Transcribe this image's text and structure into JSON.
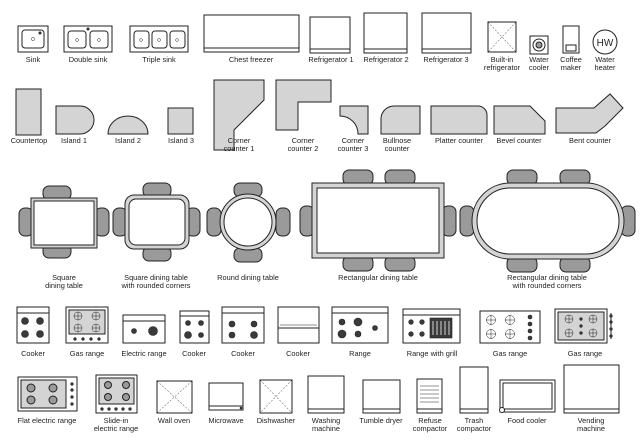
{
  "labels": {
    "sink": "Sink",
    "double_sink": "Double sink",
    "triple_sink": "Triple sink",
    "chest_freezer": "Chest freezer",
    "refrigerator_1": "Refrigerator 1",
    "refrigerator_2": "Refrigerator 2",
    "refrigerator_3": "Refrigerator 3",
    "built_in_refrigerator": "Built-in\nrefrigerator",
    "water_cooler": "Water\ncooler",
    "coffee_maker": "Coffee\nmaker",
    "water_heater": "Water\nheater",
    "countertop": "Countertop",
    "island_1": "Island 1",
    "island_2": "Island 2",
    "island_3": "Island 3",
    "corner_counter_1": "Corner\ncounter 1",
    "corner_counter_2": "Corner\ncounter 2",
    "corner_counter_3": "Corner\ncounter 3",
    "bullnose_counter": "Bullnose\ncounter",
    "platter_counter": "Platter counter",
    "bevel_counter": "Bevel counter",
    "bent_counter": "Bent counter",
    "square_dining_table": "Square\ndining table",
    "square_dining_table_rounded": "Square dining table\nwith rounded corners",
    "round_dining_table": "Round dining table",
    "rectangular_dining_table": "Rectangular dining table",
    "rectangular_dining_table_rounded": "Rectangular dining table with rounded corners",
    "cooker_1": "Cooker",
    "gas_range_1": "Gas range",
    "electric_range": "Electric range",
    "cooker_2": "Cooker",
    "cooker_3": "Cooker",
    "cooker_4": "Cooker",
    "range": "Range",
    "range_with_grill": "Range with grill",
    "gas_range_2": "Gas range",
    "gas_range_3": "Gas range",
    "flat_electric_range": "Flat electric range",
    "slide_in_electric_range": "Slide-in\nelectric range",
    "wall_oven": "Wall oven",
    "microwave": "Microwave",
    "dishwasher": "Dishwasher",
    "washing_machine": "Washing\nmachine",
    "tumble_dryer": "Tumble dryer",
    "refuse_compactor": "Refuse\ncompactor",
    "trash_compactor": "Trash\ncompactor",
    "food_cooler": "Food cooler",
    "vending_machine": "Vending machine"
  },
  "glyphs": {
    "water_heater": "HW"
  }
}
